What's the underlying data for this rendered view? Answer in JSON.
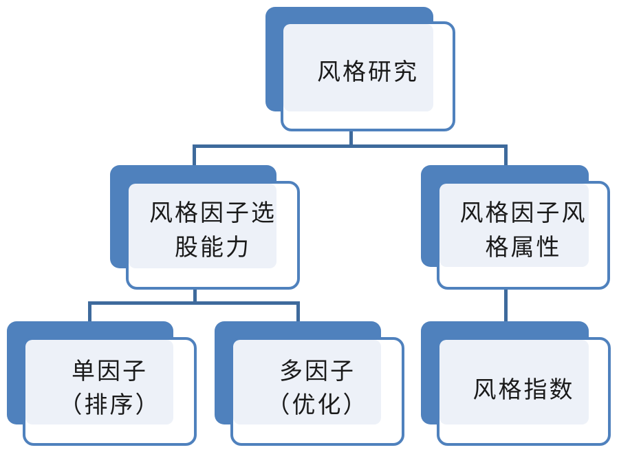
{
  "diagram": {
    "root": {
      "label": "风格研究"
    },
    "level2": [
      {
        "lines": [
          "风格因子选",
          "股能力"
        ]
      },
      {
        "lines": [
          "风格因子风",
          "格属性"
        ]
      }
    ],
    "level3": [
      {
        "lines": [
          "单因子",
          "（排序）"
        ]
      },
      {
        "lines": [
          "多因子",
          "（优化）"
        ]
      },
      {
        "lines": [
          "风格指数"
        ]
      }
    ]
  },
  "colors": {
    "accent": "#4f81bd",
    "connector": "#3e6a9c",
    "fill": "#edf1f8"
  }
}
